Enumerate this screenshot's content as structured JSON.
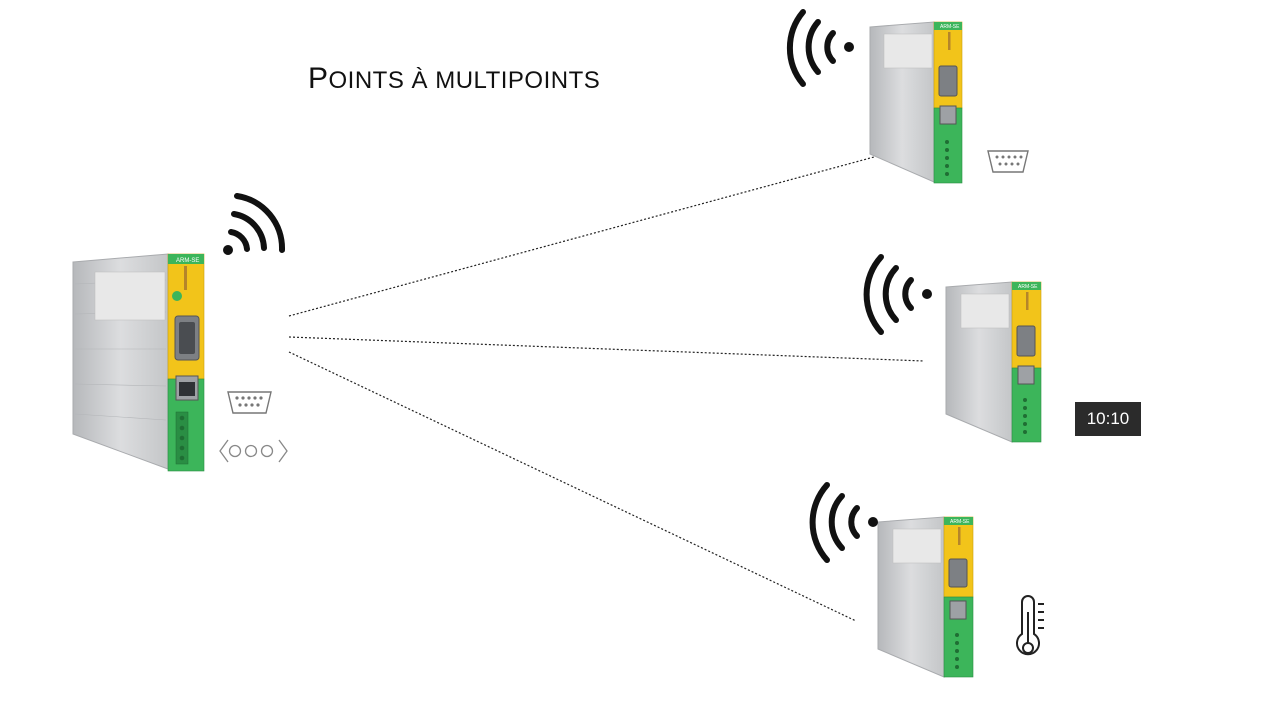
{
  "title": {
    "first_letter": "P",
    "rest": "oints à multipoints"
  },
  "main_device": {
    "label": "ARM-SE",
    "model": "ARM-SE"
  },
  "remote_devices": [
    {
      "label": "ARM-SE",
      "attached": "serial-port-icon"
    },
    {
      "label": "ARM-SE",
      "attached": "clock-badge"
    },
    {
      "label": "ARM-SE",
      "attached": "thermometer-icon"
    }
  ],
  "clock_badge": {
    "text": "10:10"
  },
  "colors": {
    "device_green": "#3cb55a",
    "device_yellow": "#f2c41a",
    "device_body": "#c9cbcd",
    "badge_bg": "#2b2b2b"
  }
}
